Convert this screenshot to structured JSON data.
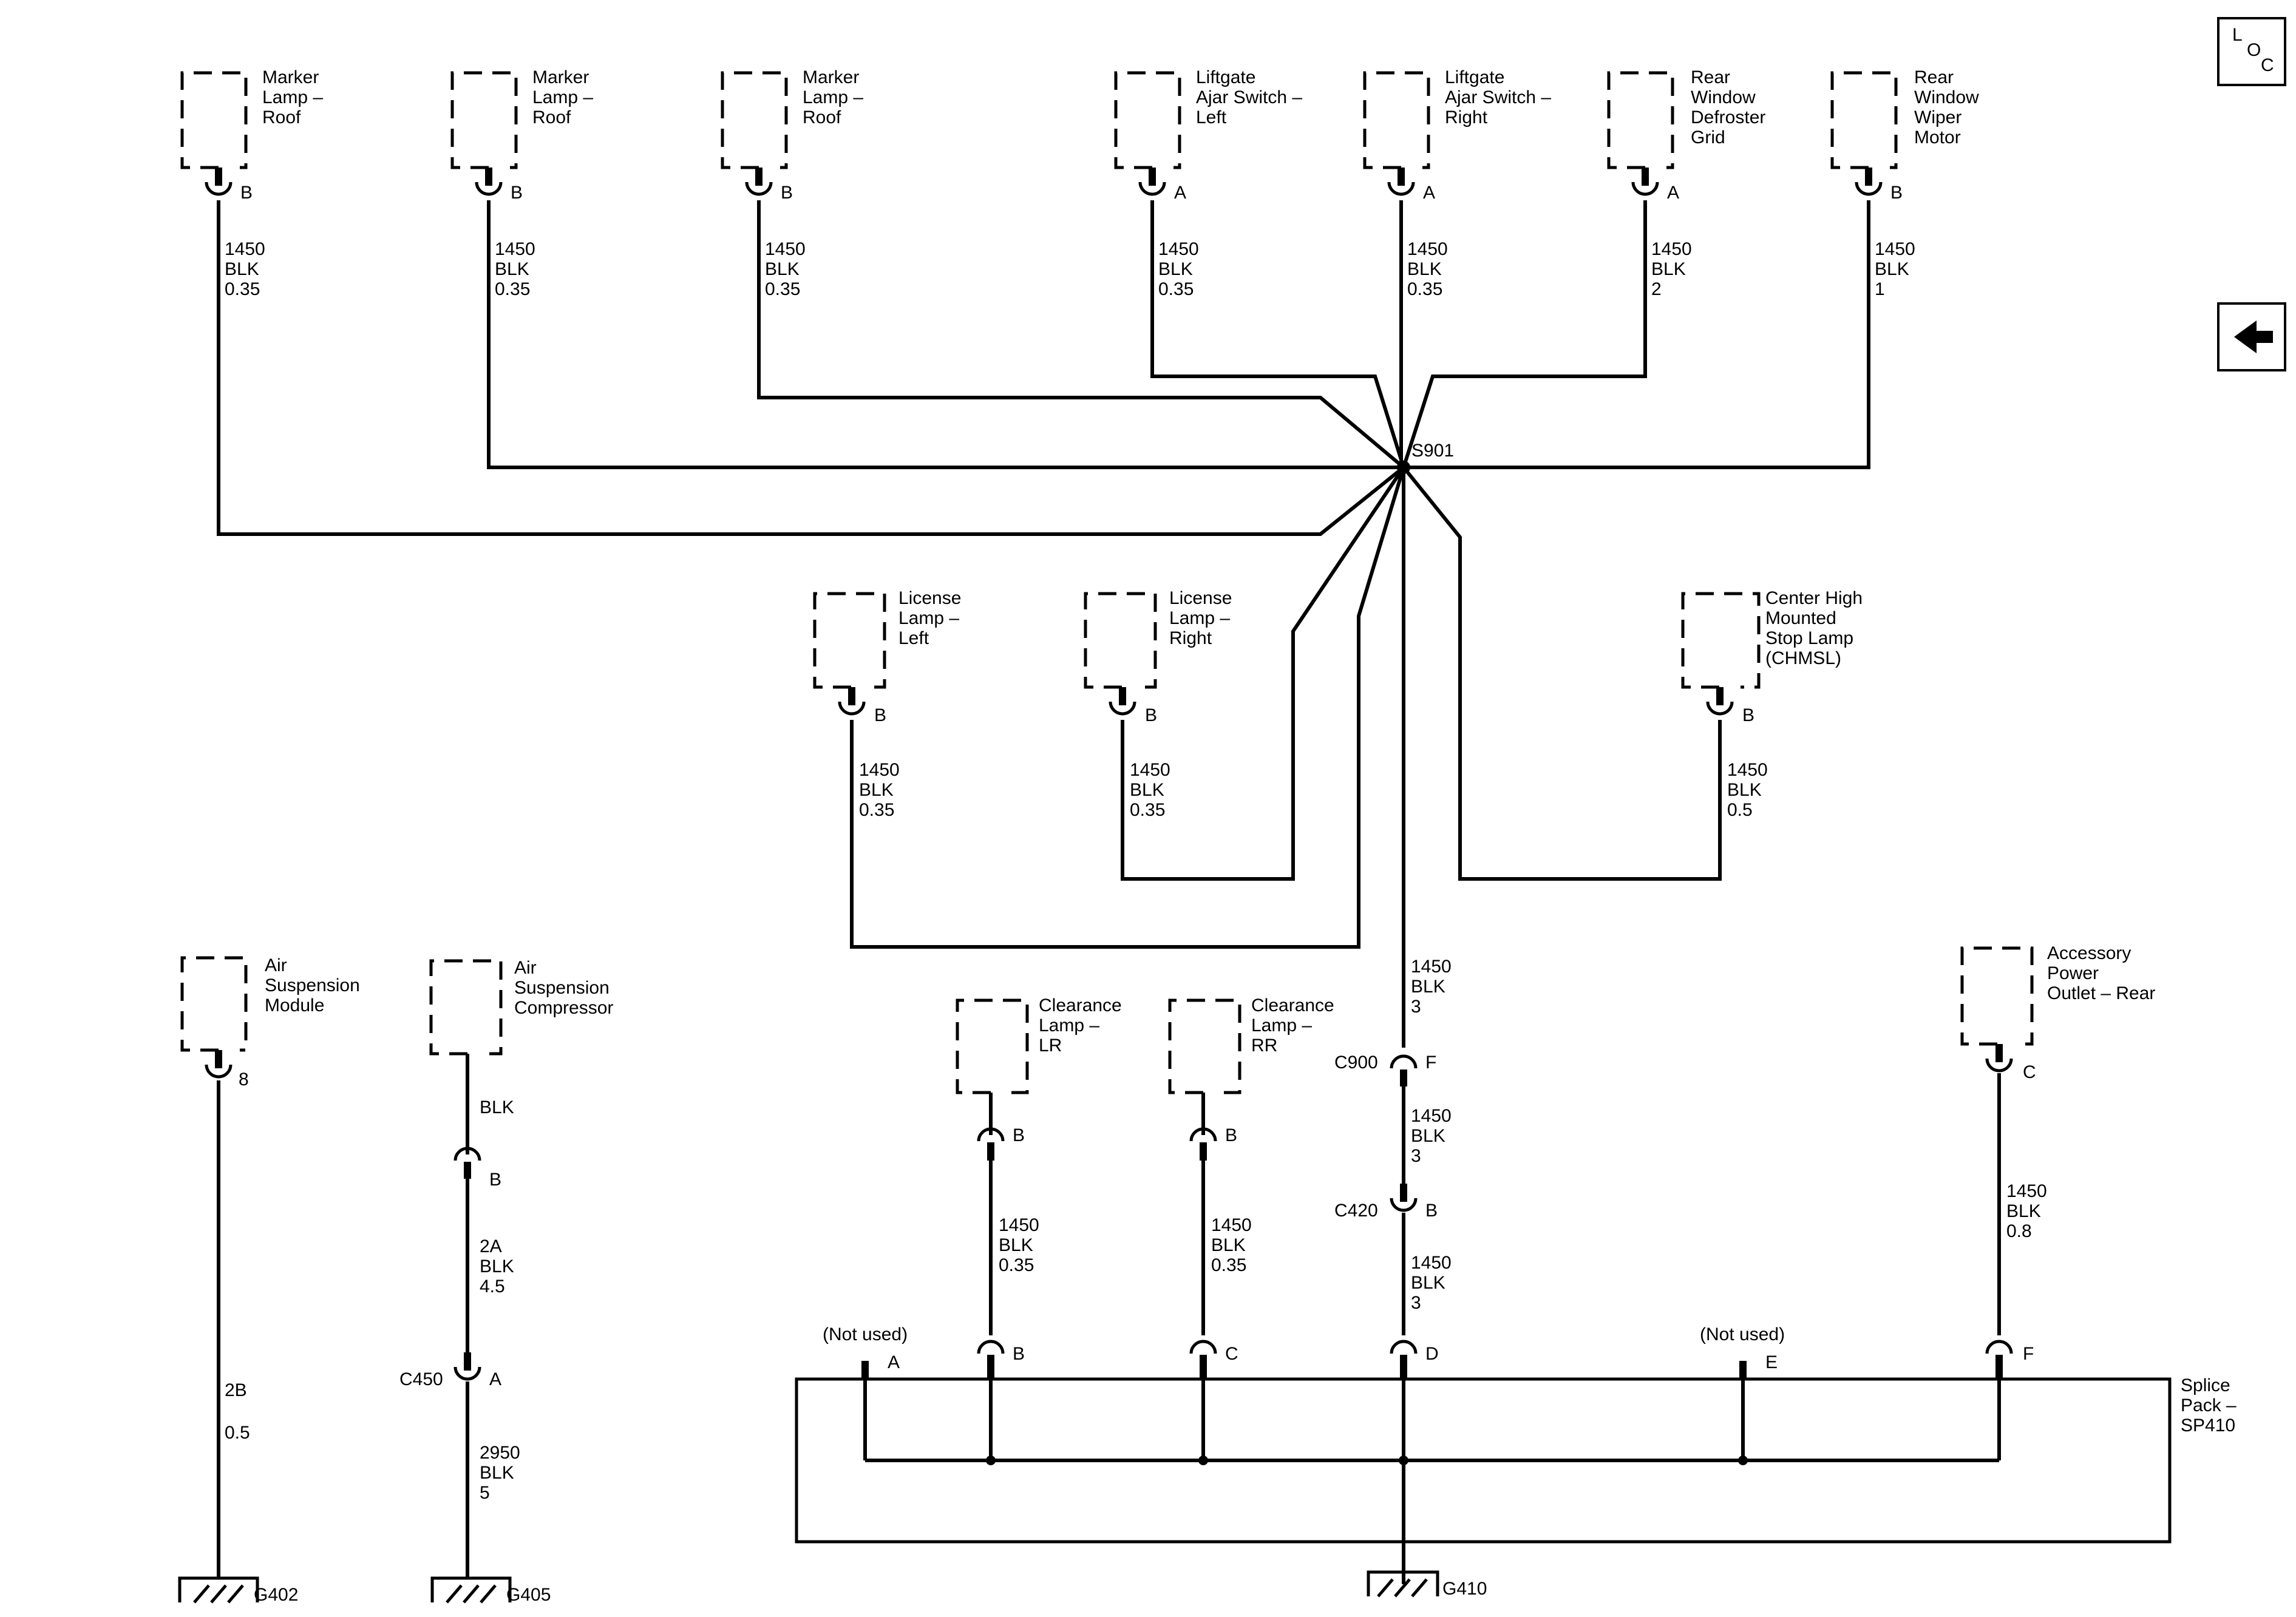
{
  "buttons": {
    "loc": {
      "l": "L",
      "o": "O",
      "c": "C"
    },
    "back": "back-arrow"
  },
  "components": [
    {
      "id": "marker-roof-1",
      "lines": [
        "Marker",
        "Lamp –",
        "Roof"
      ],
      "pin": "B"
    },
    {
      "id": "marker-roof-2",
      "lines": [
        "Marker",
        "Lamp –",
        "Roof"
      ],
      "pin": "B"
    },
    {
      "id": "marker-roof-3",
      "lines": [
        "Marker",
        "Lamp –",
        "Roof"
      ],
      "pin": "B"
    },
    {
      "id": "liftgate-left",
      "lines": [
        "Liftgate",
        "Ajar Switch –",
        "Left"
      ],
      "pin": "A"
    },
    {
      "id": "liftgate-right",
      "lines": [
        "Liftgate",
        "Ajar Switch –",
        "Right"
      ],
      "pin": "A"
    },
    {
      "id": "defroster",
      "lines": [
        "Rear",
        "Window",
        "Defroster",
        "Grid"
      ],
      "pin": "A"
    },
    {
      "id": "wiper",
      "lines": [
        "Rear",
        "Window",
        "Wiper",
        "Motor"
      ],
      "pin": "B"
    },
    {
      "id": "license-left",
      "lines": [
        "License",
        "Lamp –",
        "Left"
      ],
      "pin": "B"
    },
    {
      "id": "license-right",
      "lines": [
        "License",
        "Lamp –",
        "Right"
      ],
      "pin": "B"
    },
    {
      "id": "chmsl",
      "lines": [
        "Center High",
        "Mounted",
        "Stop Lamp",
        "(CHMSL)"
      ],
      "pin": "B"
    },
    {
      "id": "air-module",
      "lines": [
        "Air",
        "Suspension",
        "Module"
      ],
      "pin": "8"
    },
    {
      "id": "air-compressor",
      "lines": [
        "Air",
        "Suspension",
        "Compressor"
      ],
      "pin": ""
    },
    {
      "id": "clearance-lr",
      "lines": [
        "Clearance",
        "Lamp –",
        "LR"
      ],
      "pin": "B"
    },
    {
      "id": "clearance-rr",
      "lines": [
        "Clearance",
        "Lamp –",
        "RR"
      ],
      "pin": "B"
    },
    {
      "id": "accessory-outlet",
      "lines": [
        "Accessory",
        "Power",
        "Outlet – Rear"
      ],
      "pin": "C"
    }
  ],
  "wires": [
    {
      "id": "w-marker-1",
      "lines": [
        "1450",
        "BLK",
        "0.35"
      ]
    },
    {
      "id": "w-marker-2",
      "lines": [
        "1450",
        "BLK",
        "0.35"
      ]
    },
    {
      "id": "w-marker-3",
      "lines": [
        "1450",
        "BLK",
        "0.35"
      ]
    },
    {
      "id": "w-liftgate-left",
      "lines": [
        "1450",
        "BLK",
        "0.35"
      ]
    },
    {
      "id": "w-liftgate-right",
      "lines": [
        "1450",
        "BLK",
        "0.35"
      ]
    },
    {
      "id": "w-defroster",
      "lines": [
        "1450",
        "BLK",
        "2"
      ]
    },
    {
      "id": "w-wiper",
      "lines": [
        "1450",
        "BLK",
        "1"
      ]
    },
    {
      "id": "w-license-left",
      "lines": [
        "1450",
        "BLK",
        "0.35"
      ]
    },
    {
      "id": "w-license-right",
      "lines": [
        "1450",
        "BLK",
        "0.35"
      ]
    },
    {
      "id": "w-chmsl",
      "lines": [
        "1450",
        "BLK",
        "0.5"
      ]
    },
    {
      "id": "w-s901-c900",
      "lines": [
        "1450",
        "BLK",
        "3"
      ]
    },
    {
      "id": "w-c900-c420",
      "lines": [
        "1450",
        "BLK",
        "3"
      ]
    },
    {
      "id": "w-c420-sp410",
      "lines": [
        "1450",
        "BLK",
        "3"
      ]
    },
    {
      "id": "w-clearance-lr",
      "lines": [
        "1450",
        "BLK",
        "0.35"
      ]
    },
    {
      "id": "w-clearance-rr",
      "lines": [
        "1450",
        "BLK",
        "0.35"
      ]
    },
    {
      "id": "w-accessory",
      "lines": [
        "1450",
        "BLK",
        "0.8"
      ]
    },
    {
      "id": "w-air-module-a",
      "lines": [
        "2B"
      ]
    },
    {
      "id": "w-air-module-b",
      "lines": [
        "0.5"
      ]
    },
    {
      "id": "w-compressor-top",
      "lines": [
        "BLK"
      ]
    },
    {
      "id": "w-compressor-mid",
      "lines": [
        "2A",
        "BLK",
        "4.5"
      ]
    },
    {
      "id": "w-compressor-bot",
      "lines": [
        "2950",
        "BLK",
        "5"
      ]
    }
  ],
  "splice": "S901",
  "connectors": {
    "c900": {
      "name": "C900",
      "pin": "F"
    },
    "c420": {
      "name": "C420",
      "pin": "B"
    },
    "c450": {
      "name": "C450",
      "pin": "A"
    },
    "compressor_b": {
      "pin": "B"
    }
  },
  "splice_pack": {
    "lines": [
      "Splice",
      "Pack –",
      "SP410"
    ],
    "pins": [
      "A",
      "B",
      "C",
      "D",
      "E",
      "F"
    ],
    "not_used": "(Not used)"
  },
  "grounds": [
    "G402",
    "G405",
    "G410"
  ]
}
